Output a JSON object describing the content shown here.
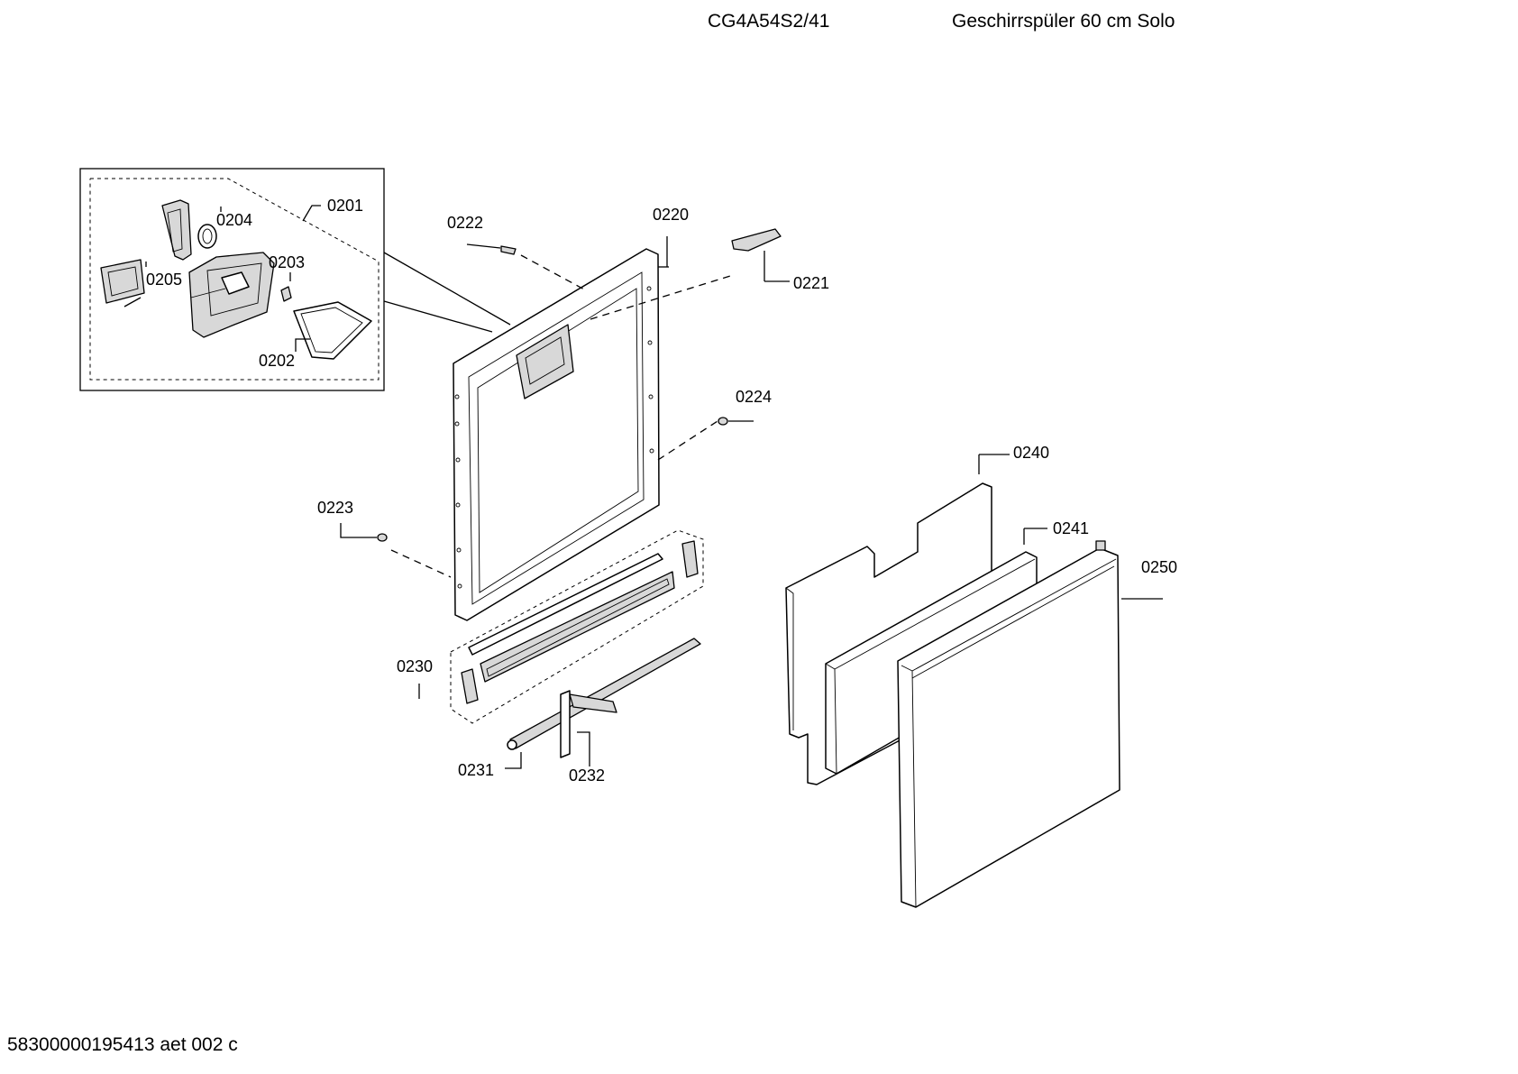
{
  "header": {
    "model": "CG4A54S2/41",
    "description": "Geschirrspüler 60 cm Solo"
  },
  "footer": {
    "document_id": "58300000195413 aet 002 c"
  },
  "part_labels": {
    "p0201": "0201",
    "p0202": "0202",
    "p0203": "0203",
    "p0204": "0204",
    "p0205": "0205",
    "p0220": "0220",
    "p0221": "0221",
    "p0222": "0222",
    "p0223": "0223",
    "p0224": "0224",
    "p0230": "0230",
    "p0231": "0231",
    "p0232": "0232",
    "p0240": "0240",
    "p0241": "0241",
    "p0250": "0250"
  }
}
